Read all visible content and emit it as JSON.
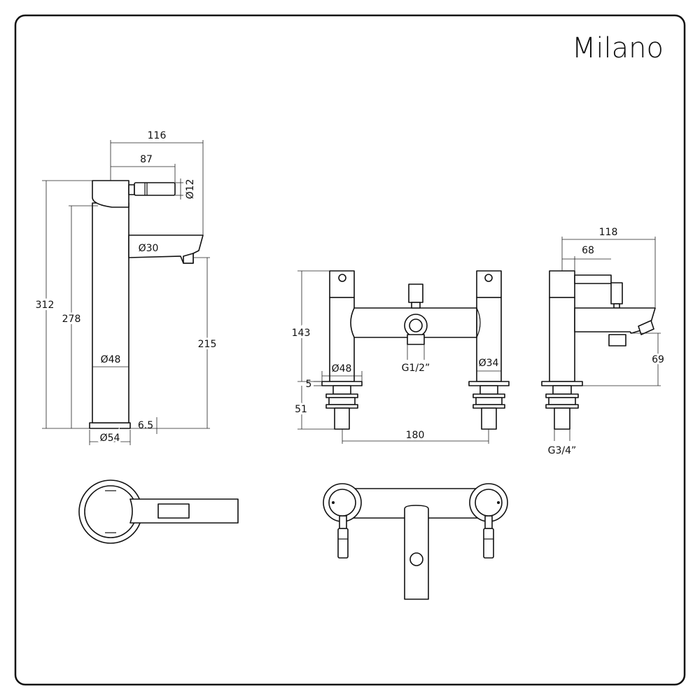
{
  "brand": "Milano",
  "basin_tap": {
    "overall_width": "116",
    "handle_reach": "87",
    "handle_dia": "Ø12",
    "spout_dia": "Ø30",
    "total_height": "312",
    "body_height": "278",
    "spout_height": "215",
    "body_dia": "Ø48",
    "base_thickness": "6.5",
    "base_dia": "Ø54"
  },
  "bath_mixer_front": {
    "height": "143",
    "pillar_dia": "Ø48",
    "thread": "G1/2”",
    "body_dia": "Ø34",
    "flange": "5",
    "shank": "51",
    "centres": "180"
  },
  "bath_mixer_side": {
    "overall_depth": "118",
    "handle_reach": "68",
    "spout_height": "69",
    "inlet_thread": "G3/4”"
  },
  "colors": {
    "line": "#111111",
    "background": "#ffffff"
  }
}
